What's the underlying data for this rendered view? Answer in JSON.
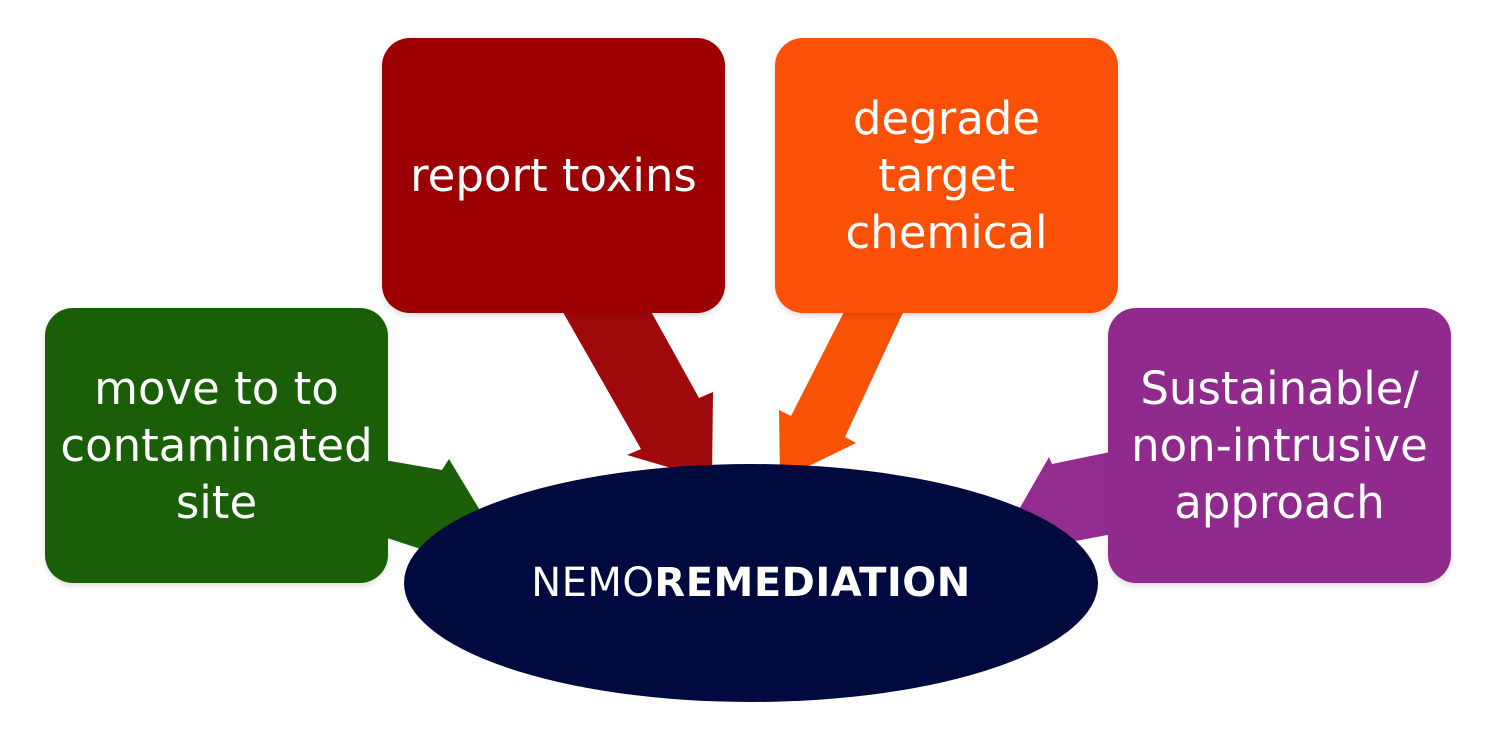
{
  "diagram": {
    "center": {
      "prefix": "NEMO",
      "emphasis": "REMEDIATION",
      "color": "#000a3e"
    },
    "boxes": [
      {
        "id": "move",
        "lines": [
          "move to to",
          "contaminated",
          "site"
        ],
        "color": "#1a5e08"
      },
      {
        "id": "report",
        "lines": [
          "report toxins"
        ],
        "color": "#9c0002"
      },
      {
        "id": "degrade",
        "lines": [
          "degrade",
          "target",
          "chemical"
        ],
        "color": "#fa5106"
      },
      {
        "id": "sustain",
        "lines": [
          "Sustainable/",
          "non-intrusive",
          "approach"
        ],
        "color": "#902a8c"
      }
    ],
    "arrow_colors": {
      "move": "#1b6009",
      "report": "#a0090b",
      "degrade": "#fa5205",
      "sustain": "#922c8e"
    }
  }
}
